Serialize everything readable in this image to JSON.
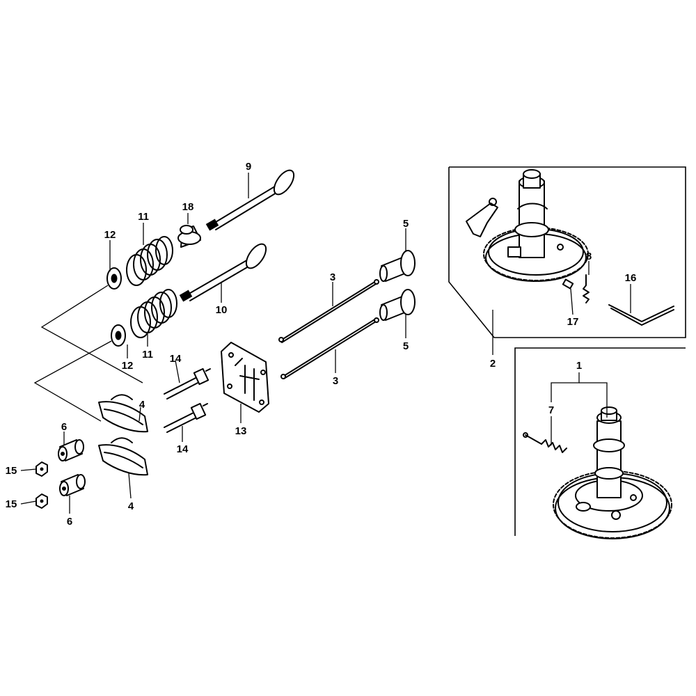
{
  "callouts": {
    "c1": "1",
    "c2": "2",
    "c3a": "3",
    "c3b": "3",
    "c4a": "4",
    "c4b": "4",
    "c5a": "5",
    "c5b": "5",
    "c6a": "6",
    "c6b": "6",
    "c7": "7",
    "c8": "8",
    "c9": "9",
    "c10": "10",
    "c11a": "11",
    "c11b": "11",
    "c12a": "12",
    "c12b": "12",
    "c13": "13",
    "c14a": "14",
    "c14b": "14",
    "c15a": "15",
    "c15b": "15",
    "c16": "16",
    "c17": "17",
    "c18": "18"
  }
}
